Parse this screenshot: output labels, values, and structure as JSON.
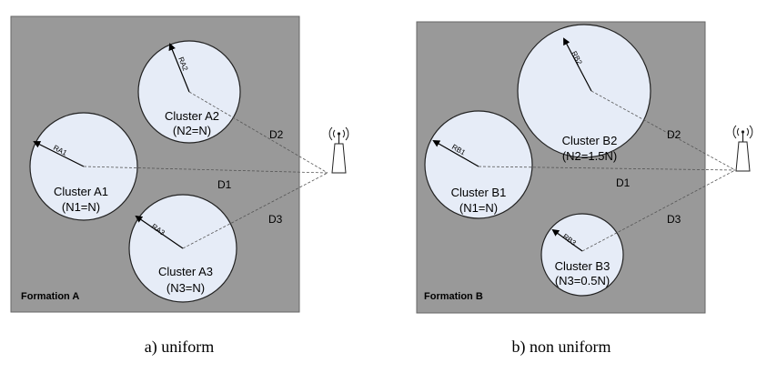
{
  "panels": [
    {
      "formation_label": "Formation A",
      "caption": "a) uniform",
      "distances": [
        "D1",
        "D2",
        "D3"
      ],
      "clusters": [
        {
          "name": "Cluster A1",
          "count": "(N1=N)",
          "radius_label": "RA1"
        },
        {
          "name": "Cluster A2",
          "count": "(N2=N)",
          "radius_label": "RA2"
        },
        {
          "name": "Cluster A3",
          "count": "(N3=N)",
          "radius_label": "RA3"
        }
      ]
    },
    {
      "formation_label": "Formation B",
      "caption": "b) non uniform",
      "distances": [
        "D1",
        "D2",
        "D3"
      ],
      "clusters": [
        {
          "name": "Cluster B1",
          "count": "(N1=N)",
          "radius_label": "RB1"
        },
        {
          "name": "Cluster B2",
          "count": "(N2=1.5N)",
          "radius_label": "RB2"
        },
        {
          "name": "Cluster B3",
          "count": "(N3=0.5N)",
          "radius_label": "RB3"
        }
      ]
    }
  ],
  "colors": {
    "field": "#999999",
    "cluster_fill": "#e6ecf7",
    "outline": "#222222"
  },
  "icons": [
    "base-station-icon"
  ]
}
